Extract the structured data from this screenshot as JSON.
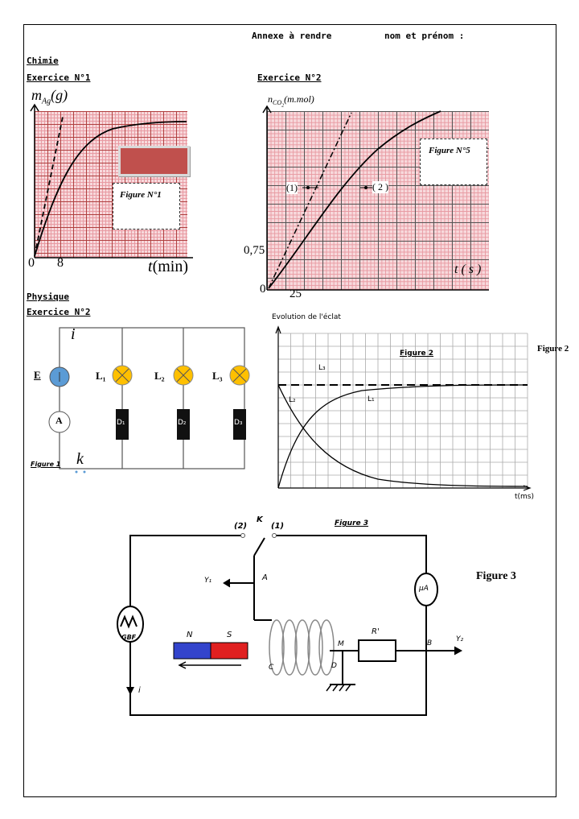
{
  "header": {
    "annexe": "Annexe à rendre",
    "nom": "nom et prénom :"
  },
  "chimie": {
    "section": "Chimie",
    "ex1": {
      "title": "Exercice N°1",
      "ylabel_main": "m",
      "ylabel_sub": "Ag",
      "ylabel_unit": "(g)",
      "xlabel_t": "t",
      "xlabel_unit": "(min)",
      "origin": "0",
      "tick": "8",
      "figure_label": "Figure N°1",
      "answer_box_color": "#c0504d"
    },
    "ex2": {
      "title": "Exercice N°2",
      "ylabel_main": "n",
      "ylabel_sub": "CO",
      "ylabel_subsub": "2",
      "ylabel_unit": "(m.mol)",
      "xlabel": "t ( s )",
      "origin": "0",
      "ytick": "0,75",
      "xtick": "25",
      "figure_label": "Figure N°5",
      "point1": "(1)",
      "point2": "( 2 )"
    }
  },
  "physique": {
    "section": "Physique",
    "ex2_title": "Exercice N°2",
    "circuit": {
      "current": "i",
      "source": "E",
      "ammeter": "A",
      "lamps": [
        "L₁",
        "L₂",
        "L₃"
      ],
      "dipoles": [
        "D₁",
        "D₂",
        "D₃"
      ],
      "switch": "k",
      "figure_label": "Figure 1"
    },
    "chart": {
      "title": "Evolution de l'éclat",
      "inner_label": "Figure 2",
      "side_label": "Figure 2",
      "xlabel": "t(ms)",
      "curve_labels": [
        "L₃",
        "L₂",
        "L₁"
      ]
    }
  },
  "figure3": {
    "title": "Figure 3",
    "side_title": "Figure 3",
    "switch_k": "K",
    "pos2": "(2)",
    "pos1": "(1)",
    "y1": "Y₁",
    "a": "A",
    "gbf": "GBF",
    "current": "i",
    "magnet_n": "N",
    "magnet_s": "S",
    "c": "C",
    "d": "D",
    "m": "M",
    "r_prime": "R'",
    "b": "B",
    "y2": "Y₂",
    "microammeter": "µA"
  }
}
